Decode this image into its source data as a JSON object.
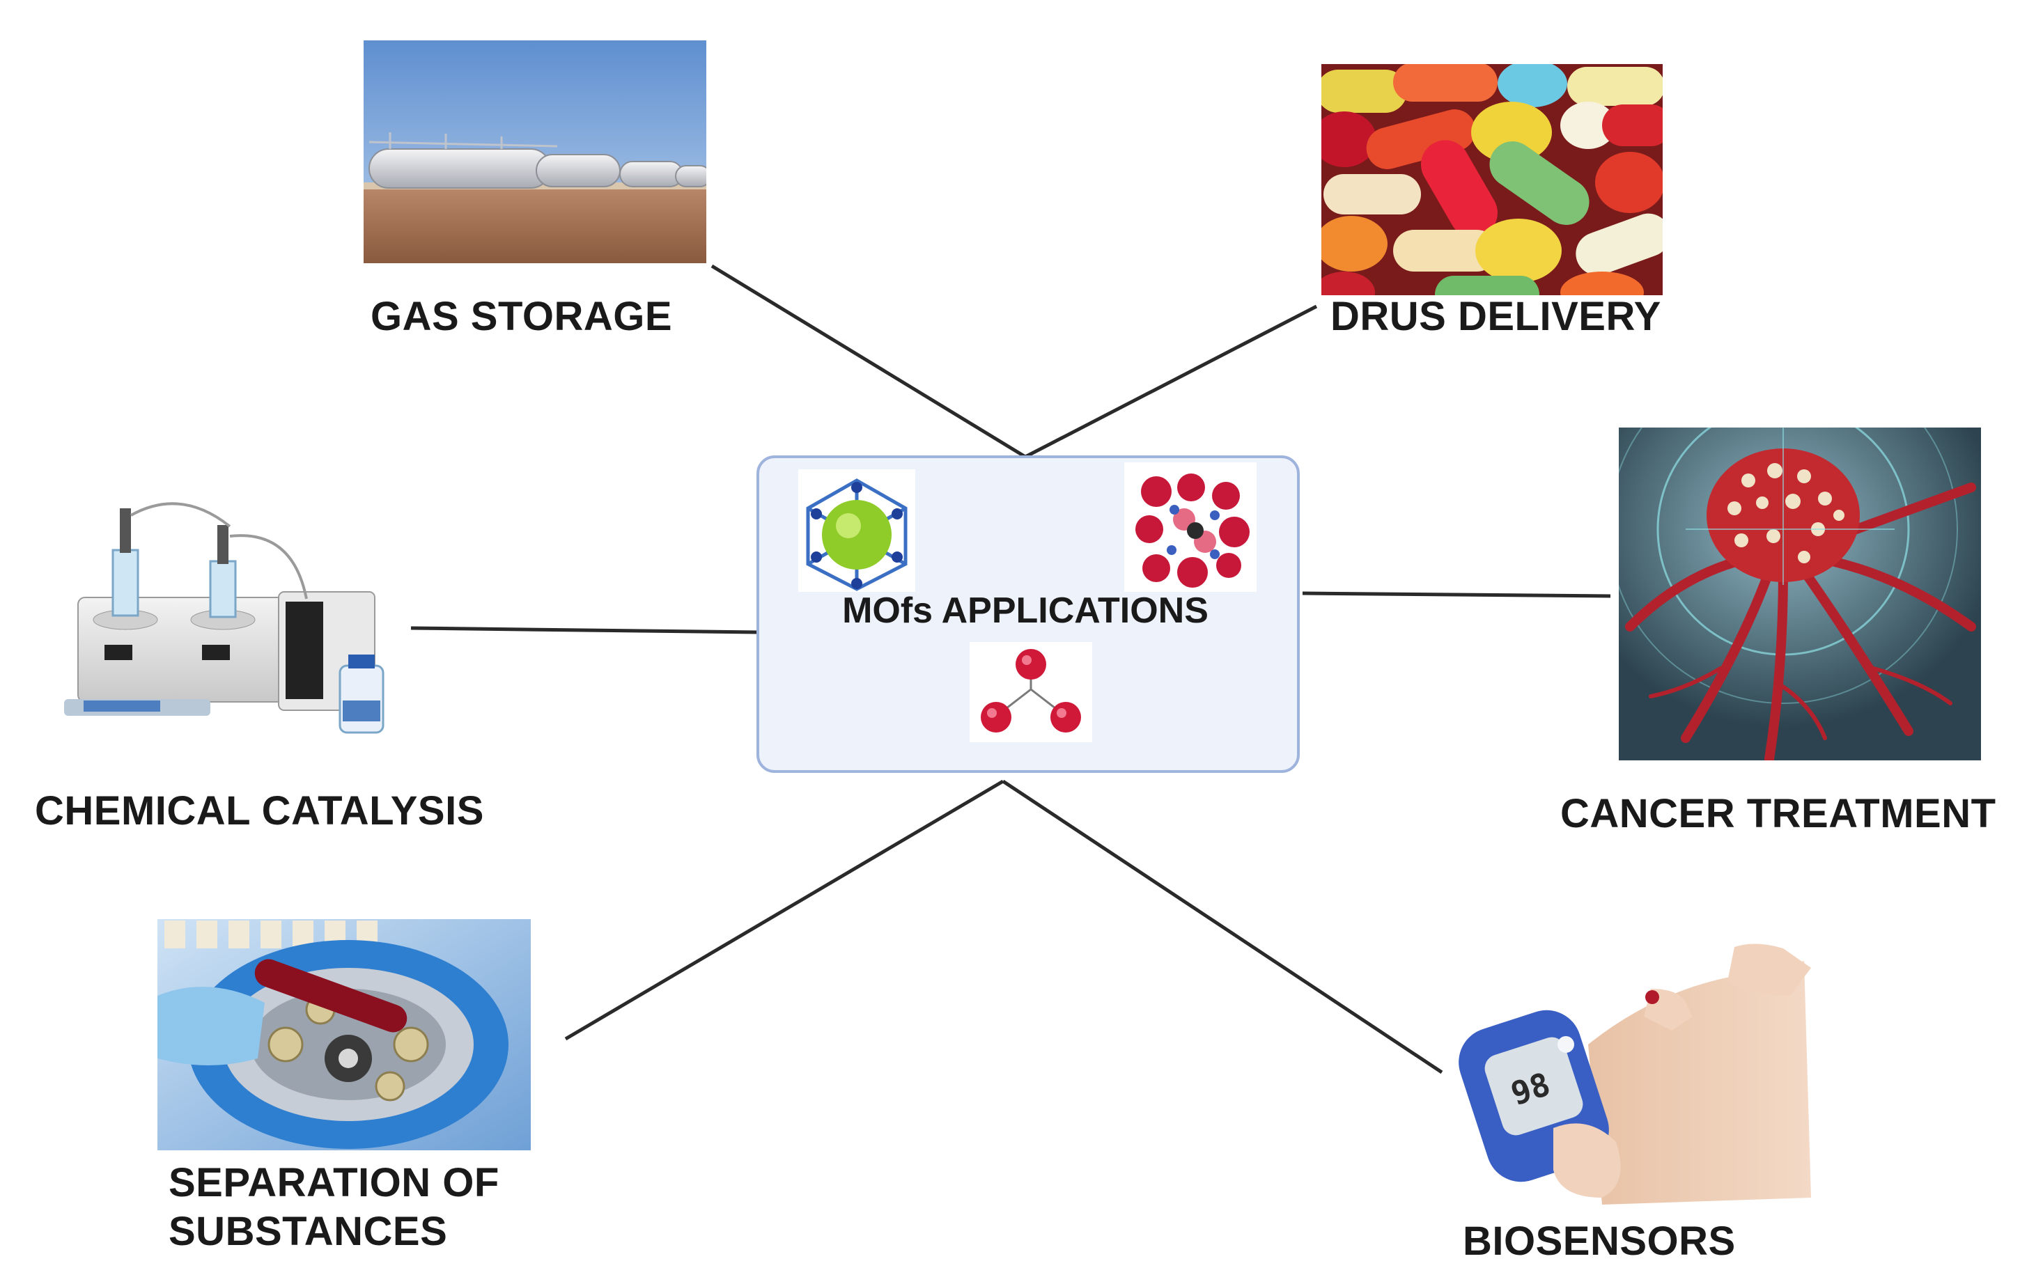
{
  "center": {
    "title": "MOfs APPLICATIONS"
  },
  "applications": {
    "gas_storage": "GAS STORAGE",
    "drug_delivery": "DRUS DELIVERY",
    "chemical_catalysis": "CHEMICAL CATALYSIS",
    "cancer_treatment": "CANCER TREATMENT",
    "separation_line1": "SEPARATION OF",
    "separation_line2": "SUBSTANCES",
    "biosensors": "BIOSENSORS"
  },
  "glucometer_reading": "98",
  "colors": {
    "center_box_fill": "#eef2fb",
    "center_box_border": "#9fb4dd",
    "connector": "#2a2a2a",
    "mof_red": "#d01838"
  }
}
